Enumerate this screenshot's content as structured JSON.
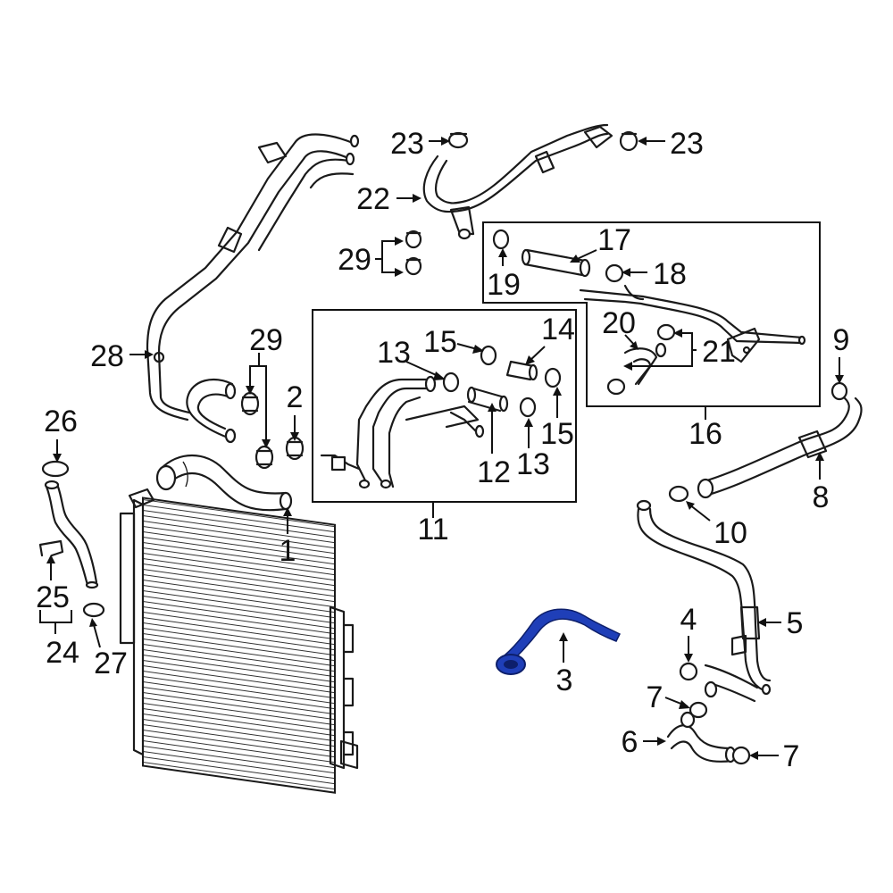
{
  "highlight_color": "#1f3fb8",
  "line_color": "#1a1a1a",
  "background": "#ffffff",
  "highlighted_part": "3",
  "callouts": {
    "c1": "1",
    "c2": "2",
    "c3": "3",
    "c4": "4",
    "c5": "5",
    "c6": "6",
    "c7a": "7",
    "c7b": "7",
    "c8": "8",
    "c9": "9",
    "c10": "10",
    "c11": "11",
    "c12": "12",
    "c13a": "13",
    "c13b": "13",
    "c14": "14",
    "c15a": "15",
    "c15b": "15",
    "c16": "16",
    "c17": "17",
    "c18": "18",
    "c19": "19",
    "c20": "20",
    "c21": "21",
    "c22": "22",
    "c23a": "23",
    "c23b": "23",
    "c24": "24",
    "c25": "25",
    "c26": "26",
    "c27": "27",
    "c28": "28",
    "c29a": "29",
    "c29b": "29"
  }
}
